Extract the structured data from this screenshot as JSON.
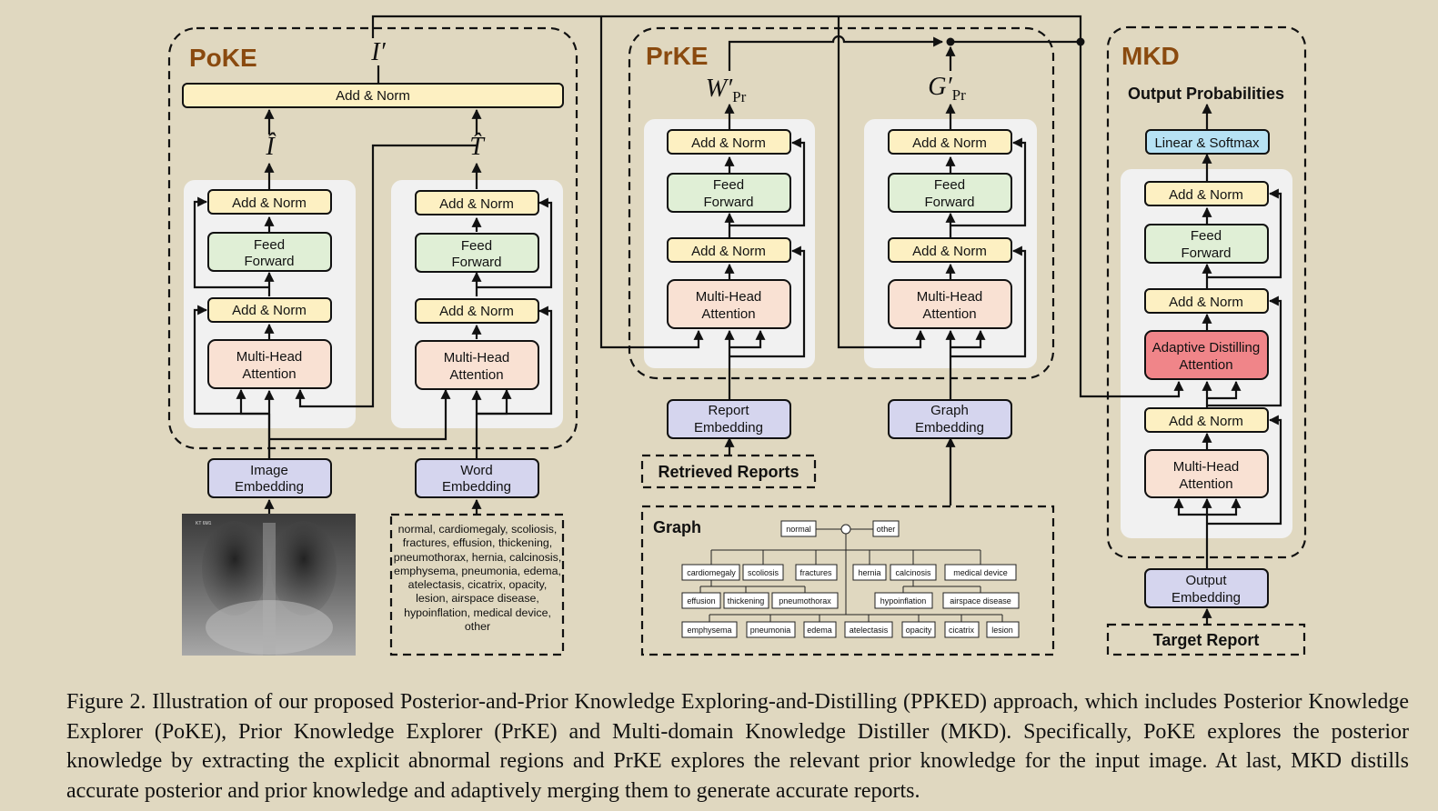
{
  "modules": {
    "poke": "PoKE",
    "prke": "PrKE",
    "mkd": "MKD"
  },
  "blocks": {
    "add_norm": "Add & Norm",
    "feed_forward": [
      "Feed",
      "Forward"
    ],
    "multi_head_attention": [
      "Multi-Head",
      "Attention"
    ],
    "adaptive_distilling_attention": [
      "Adaptive Distilling",
      "Attention"
    ],
    "linear_softmax": "Linear & Softmax",
    "output_probabilities": "Output Probabilities"
  },
  "embeddings": {
    "image": [
      "Image",
      "Embedding"
    ],
    "word": [
      "Word",
      "Embedding"
    ],
    "report": [
      "Report",
      "Embedding"
    ],
    "graph": [
      "Graph",
      "Embedding"
    ],
    "output": [
      "Output",
      "Embedding"
    ]
  },
  "symbols": {
    "i_hat": "Î",
    "t_hat": "T̂",
    "i_prime": "I′",
    "w": "W′",
    "g": "G′",
    "pr": "Pr"
  },
  "inputs": {
    "retrieved_reports": "Retrieved Reports",
    "target_report": "Target Report",
    "xray_marker": "KT 6M1",
    "word_list": "normal, cardiomegaly, scoliosis, fractures, effusion, thickening, pneumothorax, hernia, calcinosis, emphysema, pneumonia, edema, atelectasis, cicatrix, opacity, lesion, airspace disease, hypoinflation, medical device, other"
  },
  "graph": {
    "title": "Graph",
    "root": "normal",
    "other": "other",
    "row1": [
      "cardiomegaly",
      "scoliosis",
      "fractures",
      "hernia",
      "calcinosis",
      "medical device"
    ],
    "row2": [
      "effusion",
      "thickening",
      "pneumothorax",
      "hypoinflation",
      "airspace disease"
    ],
    "row3": [
      "emphysema",
      "pneumonia",
      "edema",
      "atelectasis",
      "opacity",
      "cicatrix",
      "lesion"
    ]
  },
  "colors": {
    "background": "#e0d8c0",
    "add_norm": "#fdf0c2",
    "feed_forward": "#e0efd6",
    "attention": "#f9e1d3",
    "embedding": "#d5d5ee",
    "linear_softmax": "#b7e2f4",
    "adaptive_attention": "#f08589",
    "panel": "#f1f1f1",
    "module_title": "#8a4a0f"
  },
  "caption": "Figure 2. Illustration of our proposed Posterior-and-Prior Knowledge Exploring-and-Distilling (PPKED) approach, which includes Posterior Knowledge Explorer (PoKE), Prior Knowledge Explorer (PrKE) and Multi-domain Knowledge Distiller (MKD). Specifically, PoKE explores the posterior knowledge by extracting the explicit abnormal regions and PrKE explores the relevant prior knowledge for the input image. At last, MKD distills accurate posterior and prior knowledge and adaptively merging them to generate accurate reports."
}
